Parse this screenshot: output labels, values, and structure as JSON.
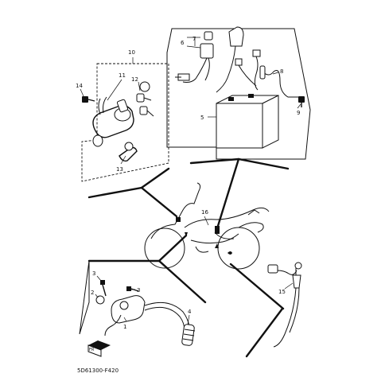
{
  "figure_code": "5D61300-F420",
  "callouts": [
    "1",
    "2",
    "3",
    "3",
    "4",
    "5",
    "6",
    "7",
    "8",
    "9",
    "10",
    "11",
    "12",
    "13",
    "14",
    "15",
    "16"
  ],
  "fr_icon_label": "FR"
}
